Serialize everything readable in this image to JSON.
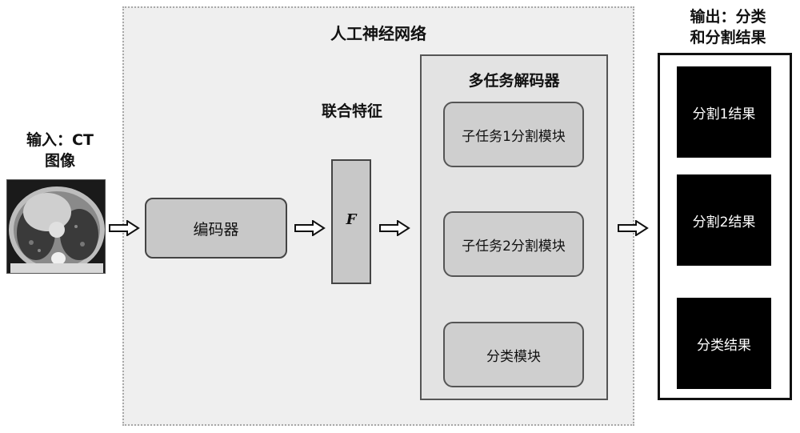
{
  "input": {
    "label_line1": "输入：CT",
    "label_line2": "图像"
  },
  "network": {
    "title": "人工神经网络",
    "encoder_label": "编码器",
    "joint_feature_label": "联合特征",
    "feature_symbol": "F"
  },
  "decoder": {
    "title": "多任务解码器",
    "modules": [
      "子任务1分割模块",
      "子任务2分割模块",
      "分类模块"
    ]
  },
  "output": {
    "label_line1": "输出：分类",
    "label_line2": "和分割结果",
    "results": [
      "分割1结果",
      "分割2结果",
      "分类结果"
    ]
  }
}
